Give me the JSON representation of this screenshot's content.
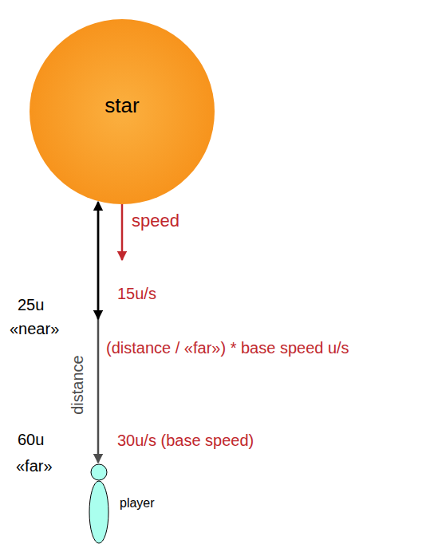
{
  "diagram": {
    "nodes": [
      {
        "text": [
          "star"
        ]
      },
      {
        "text": [
          "player"
        ]
      }
    ],
    "edges": [
      {
        "from": 0,
        "to": 1,
        "arrow": "both",
        "label": "distance"
      }
    ],
    "labels": [
      "speed",
      "15u/s",
      "25u",
      "«near»",
      "(distance / «far») * base speed u/s",
      "60u",
      "«far»",
      "30u/s (base speed)"
    ]
  }
}
